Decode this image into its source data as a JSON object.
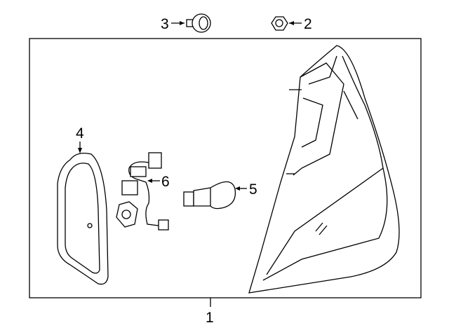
{
  "diagram": {
    "callouts": [
      {
        "id": "1",
        "part": "tail-lamp-assembly"
      },
      {
        "id": "2",
        "part": "nut"
      },
      {
        "id": "3",
        "part": "grommet"
      },
      {
        "id": "4",
        "part": "gasket"
      },
      {
        "id": "5",
        "part": "bulb"
      },
      {
        "id": "6",
        "part": "socket-and-wire"
      }
    ]
  }
}
